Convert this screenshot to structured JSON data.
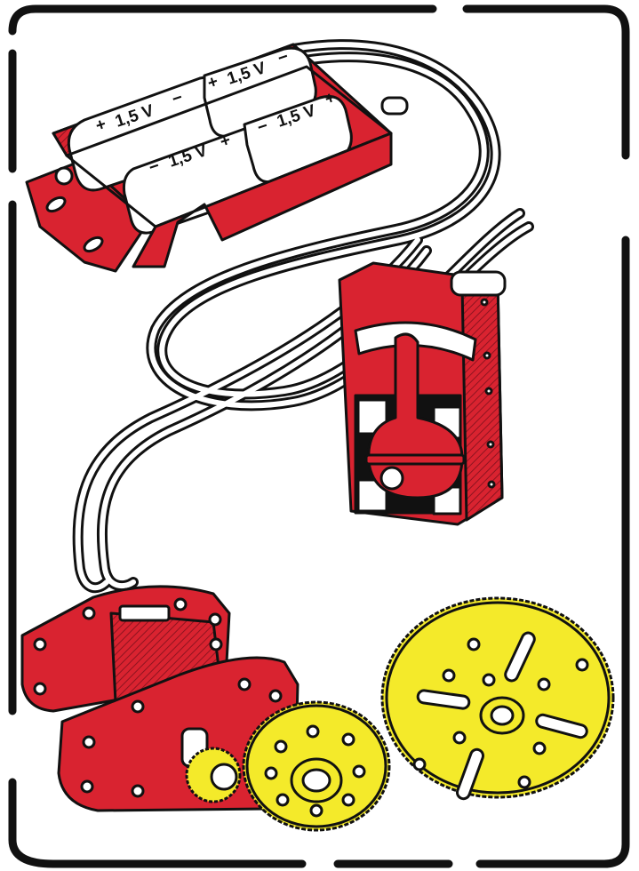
{
  "battery_box": {
    "cells": [
      {
        "polarity_left": "+",
        "voltage": "1,5 V",
        "polarity_right": "−"
      },
      {
        "polarity_left": "+",
        "voltage": "1,5 V",
        "polarity_right": "−"
      },
      {
        "polarity_left": "−",
        "voltage": "1,5 V",
        "polarity_right": "+"
      },
      {
        "polarity_left": "−",
        "voltage": "1,5 V",
        "polarity_right": "+"
      }
    ]
  },
  "colors": {
    "frame": "#111111",
    "metal_red": "#d92330",
    "gear_yellow": "#f4ea2a",
    "outline": "#111111",
    "wire": "#ffffff"
  },
  "icons": [
    "battery-holder-icon",
    "regulator-icon",
    "motor-icon",
    "gear-icon",
    "wire-icon"
  ]
}
